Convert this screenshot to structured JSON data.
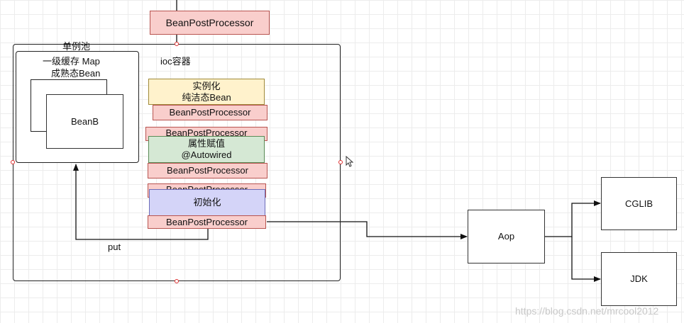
{
  "top_processor": "BeanPostProcessor",
  "container_label": "ioc容器",
  "cache": {
    "title": "单例池",
    "line1": "一级缓存 Map",
    "line2": "成熟态Bean",
    "item": "BeanB"
  },
  "steps": {
    "instantiate_line1": "实例化",
    "instantiate_line2": "纯洁态Bean",
    "bpp1": "BeanPostProcessor",
    "bpp2": "BeanPostProcessor",
    "populate_line1": "属性赋值",
    "populate_line2": "@Autowired",
    "bpp3": "BeanPostProcessor",
    "bpp4": "BeanPostProcessor",
    "init": "初始化",
    "bpp5": "BeanPostProcessor"
  },
  "put_label": "put",
  "aop": "Aop",
  "cglib": "CGLIB",
  "jdk": "JDK",
  "watermark": "https://blog.csdn.net/mrcool2012"
}
